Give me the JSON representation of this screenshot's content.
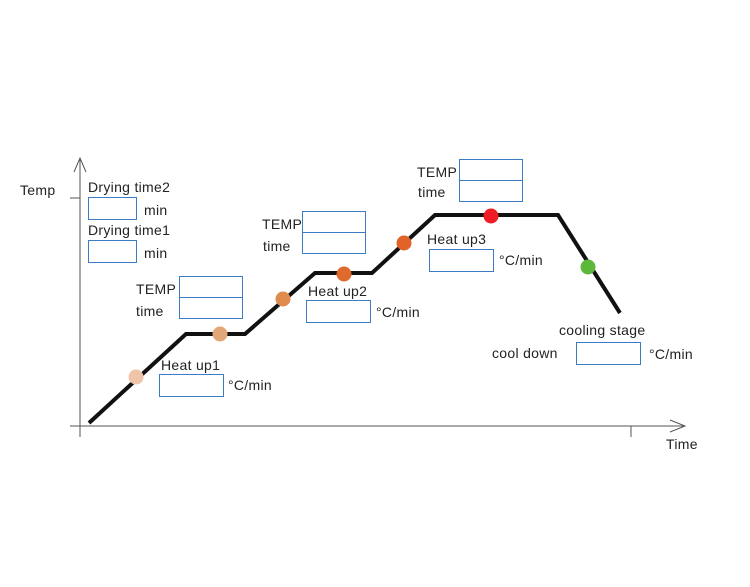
{
  "axes": {
    "y_label": "Temp",
    "x_label": "Time"
  },
  "drying": {
    "time2": {
      "label": "Drying time2",
      "unit": "min",
      "value": ""
    },
    "time1": {
      "label": "Drying time1",
      "unit": "min",
      "value": ""
    }
  },
  "stage1": {
    "temp_label": "TEMP",
    "time_label": "time",
    "temp_value": "",
    "time_value": "",
    "heat_label": "Heat up1",
    "rate_unit": "°C/min",
    "rate_value": ""
  },
  "stage2": {
    "temp_label": "TEMP",
    "time_label": "time",
    "temp_value": "",
    "time_value": "",
    "heat_label": "Heat up2",
    "rate_unit": "°C/min",
    "rate_value": ""
  },
  "stage3": {
    "temp_label": "TEMP",
    "time_label": "time",
    "temp_value": "",
    "time_value": "",
    "heat_label": "Heat up3",
    "rate_unit": "°C/min",
    "rate_value": ""
  },
  "cooling": {
    "title": "cooling stage",
    "cooldown_label": "cool down",
    "rate_unit": "°C/min",
    "rate_value": ""
  },
  "markers": [
    {
      "name": "heat-up1-marker",
      "color": "#efc4a8"
    },
    {
      "name": "hold1-marker",
      "color": "#e3a777"
    },
    {
      "name": "heat-up2-marker",
      "color": "#e08b4f"
    },
    {
      "name": "hold2-marker",
      "color": "#e06a2e"
    },
    {
      "name": "heat-up3-marker",
      "color": "#e2632a"
    },
    {
      "name": "hold3-marker",
      "color": "#ee1c25"
    },
    {
      "name": "cooling-marker",
      "color": "#5cb83a"
    }
  ],
  "colors": {
    "profile_line": "#111111",
    "axis": "#555555",
    "input_border": "#3b7cc4"
  }
}
